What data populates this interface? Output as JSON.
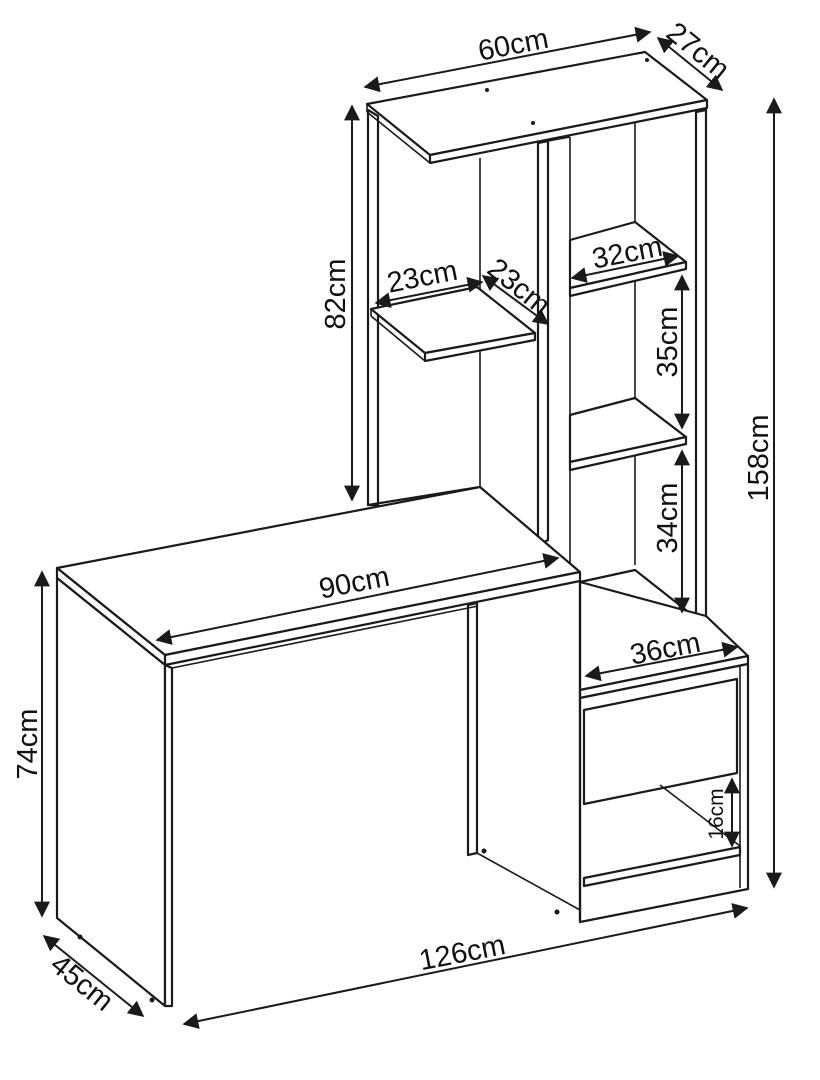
{
  "dimensions": {
    "top_width": "60cm",
    "top_depth": "27cm",
    "upper_height": "82cm",
    "small_shelf_width": "23cm",
    "small_shelf_depth": "23cm",
    "right_shelf_width": "32cm",
    "shelf_gap_upper": "35cm",
    "shelf_gap_lower": "34cm",
    "desk_width": "90cm",
    "desk_height": "74cm",
    "cabinet_width": "36cm",
    "drawer_gap": "16cm",
    "total_height": "158cm",
    "total_width": "126cm",
    "desk_depth": "45cm"
  }
}
